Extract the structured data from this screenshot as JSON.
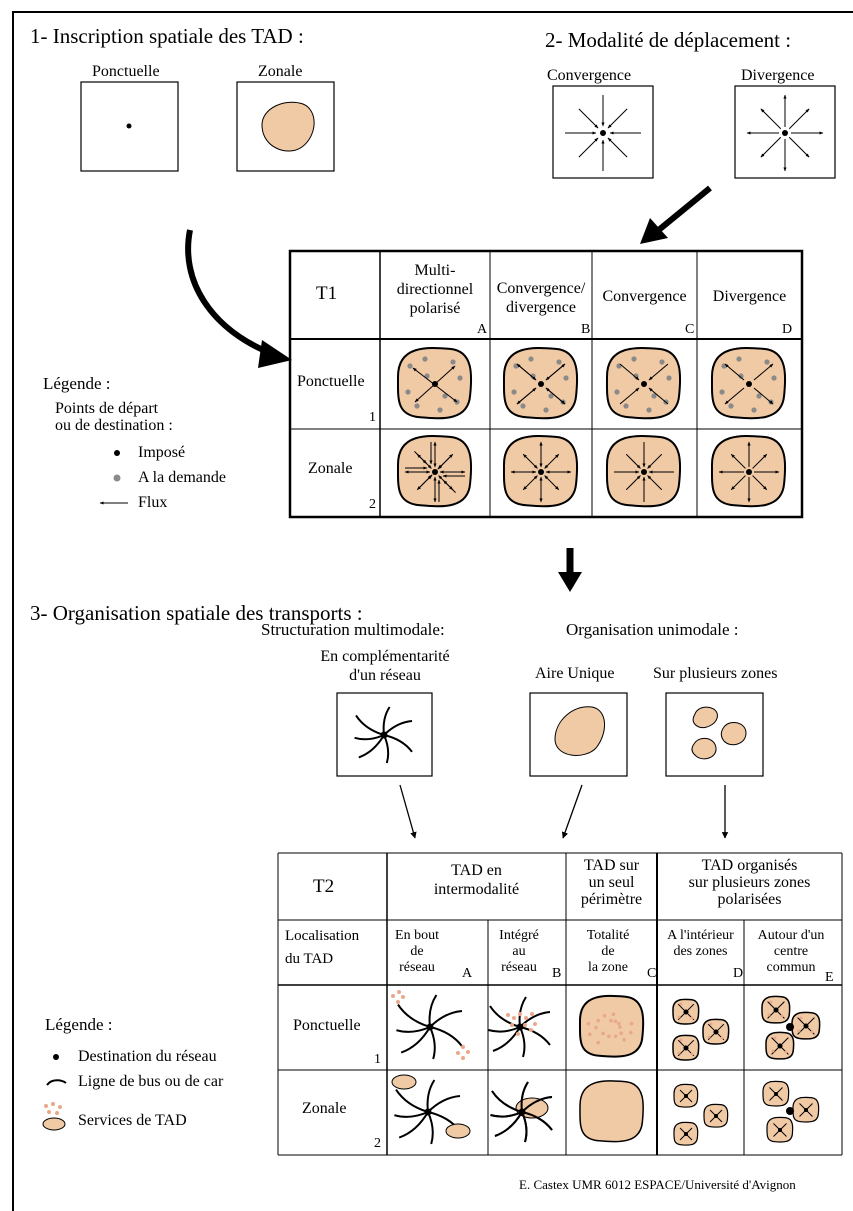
{
  "section1": {
    "title": "1- Inscription spatiale des TAD :",
    "ponctuelle": "Ponctuelle",
    "zonale": "Zonale"
  },
  "section2": {
    "title": "2- Modalité de déplacement :",
    "convergence": "Convergence",
    "divergence": "Divergence"
  },
  "table1": {
    "corner": "T1",
    "columns": [
      {
        "label": "Multi- directionnel polarisé",
        "letter": "A"
      },
      {
        "label": "Convergence/ divergence",
        "letter": "B"
      },
      {
        "label": "Convergence",
        "letter": "C"
      },
      {
        "label": "Divergence",
        "letter": "D"
      }
    ],
    "rows": [
      {
        "label": "Ponctuelle",
        "number": "1"
      },
      {
        "label": "Zonale",
        "number": "2"
      }
    ]
  },
  "legend1": {
    "title": "Légende :",
    "subtitle_line1": "Points de départ",
    "subtitle_line2": "ou de destination :",
    "items": [
      {
        "label": "Imposé",
        "symbol": "black-dot"
      },
      {
        "label": "A la demande",
        "symbol": "grey-dot"
      },
      {
        "label": "Flux",
        "symbol": "arrow"
      }
    ]
  },
  "section3": {
    "title": "3- Organisation spatiale des transports :",
    "multimodal": "Structuration multimodale:",
    "unimodal": "Organisation unimodale :",
    "box1_line1": "En complémentarité",
    "box1_line2": "d'un réseau",
    "box2": "Aire Unique",
    "box3": "Sur plusieurs zones"
  },
  "table2": {
    "corner": "T2",
    "groups": [
      {
        "line1": "TAD en",
        "line2": "intermodalité"
      },
      {
        "line1": "TAD sur",
        "line2": "un seul",
        "line3": "périmètre"
      },
      {
        "line1": "TAD organisés",
        "line2": "sur plusieurs zones",
        "line3": "polarisées"
      }
    ],
    "loc_line1": "Localisation",
    "loc_line2": "du TAD",
    "columns": [
      {
        "line1": "En bout",
        "line2": "de",
        "line3": "réseau",
        "letter": "A"
      },
      {
        "line1": "Intégré",
        "line2": "au",
        "line3": "réseau",
        "letter": "B"
      },
      {
        "line1": "Totalité",
        "line2": "de",
        "line3": "la zone",
        "letter": "C"
      },
      {
        "line1": "A l'intérieur",
        "line2": "des zones",
        "letter": "D"
      },
      {
        "line1": "Autour d'un",
        "line2": "centre",
        "line3": "commun",
        "letter": "E"
      }
    ],
    "rows": [
      {
        "label": "Ponctuelle",
        "number": "1"
      },
      {
        "label": "Zonale",
        "number": "2"
      }
    ]
  },
  "legend2": {
    "title": "Légende :",
    "items": [
      {
        "label": "Destination du réseau",
        "symbol": "dot"
      },
      {
        "label": "Ligne de bus ou de car",
        "symbol": "curve"
      },
      {
        "label": "Services de TAD",
        "symbol": "tan-shape"
      }
    ]
  },
  "credit": "E. Castex UMR 6012 ESPACE/Université d'Avignon",
  "colors": {
    "zone_fill": "#f0c9a5",
    "grey_dot": "#8a8a8a",
    "tad_dot": "#e8a88a",
    "line": "#000000"
  }
}
